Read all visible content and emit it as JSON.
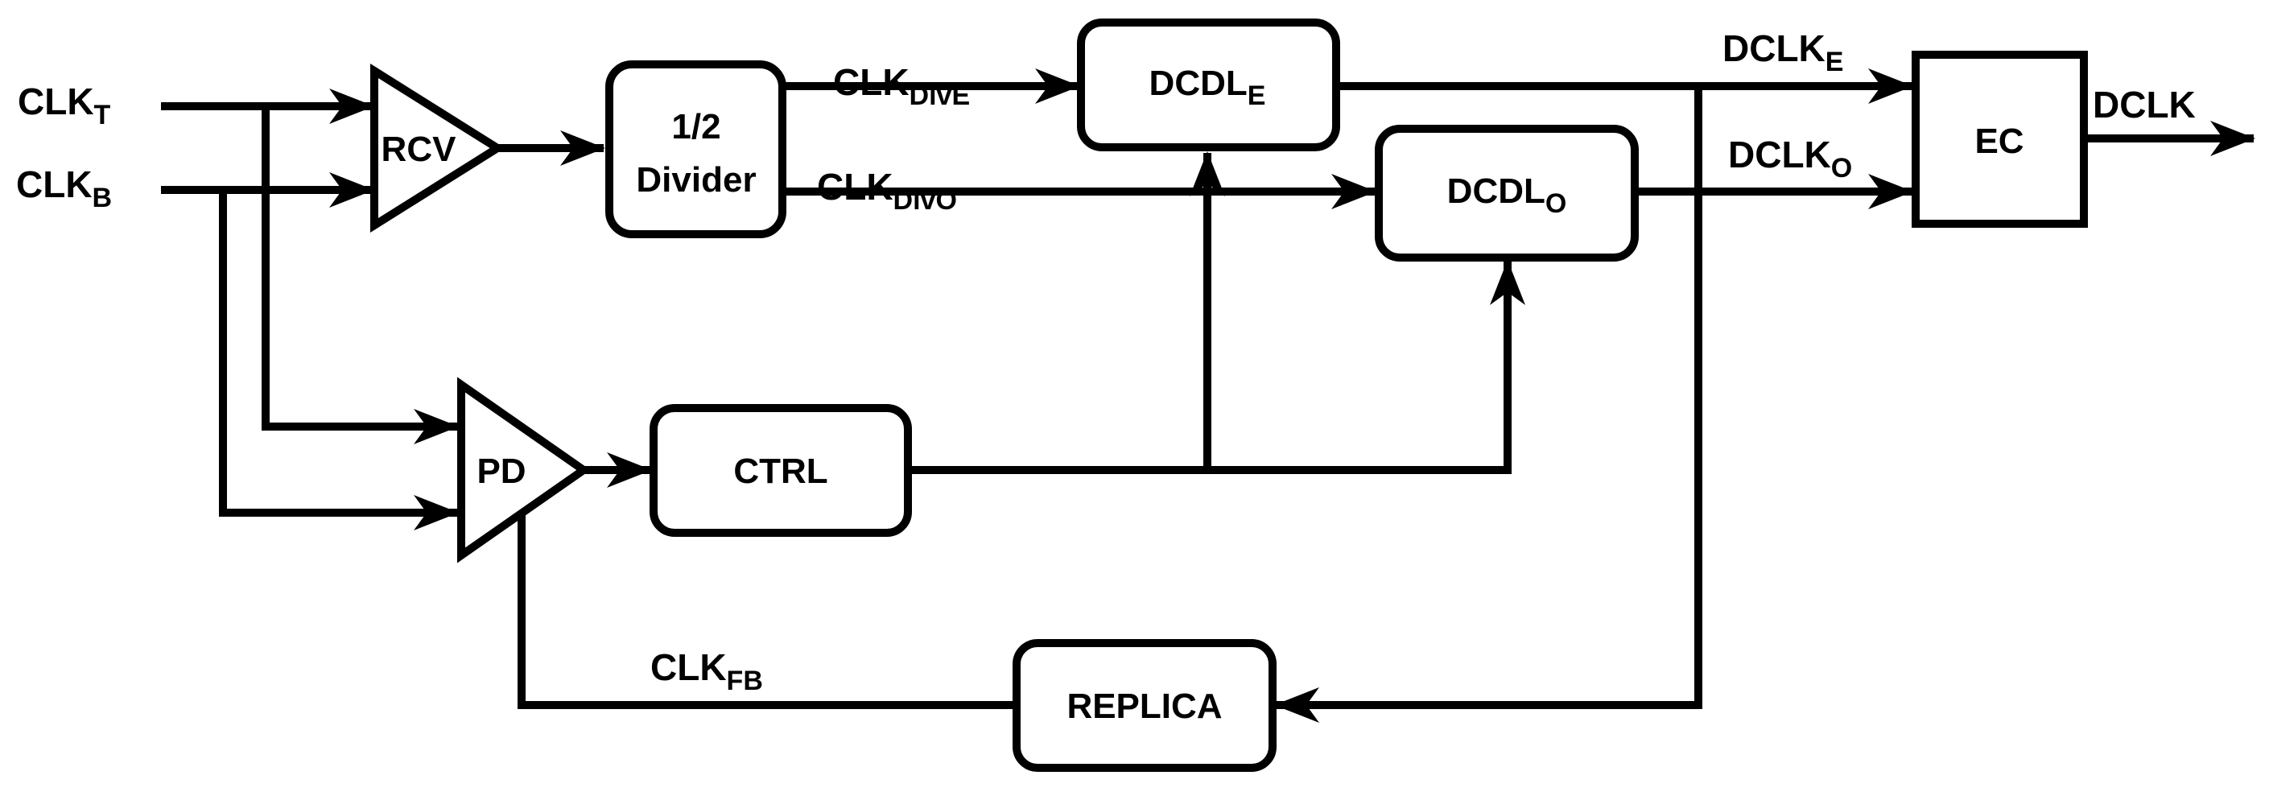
{
  "blocks": {
    "rcv": "RCV",
    "divider_line1": "1/2",
    "divider_line2": "Divider",
    "dcdl_e": {
      "base": "DCDL",
      "sub": "E"
    },
    "dcdl_o": {
      "base": "DCDL",
      "sub": "O"
    },
    "ec": "EC",
    "pd": "PD",
    "ctrl": "CTRL",
    "replica": "REPLICA"
  },
  "signals": {
    "clk_t": {
      "base": "CLK",
      "sub": "T"
    },
    "clk_b": {
      "base": "CLK",
      "sub": "B"
    },
    "clk_div_e": {
      "base": "CLK",
      "sub": "DivE"
    },
    "clk_div_o": {
      "base": "CLK",
      "sub": "DivO"
    },
    "dclk_e": {
      "base": "DCLK",
      "sub": "E"
    },
    "dclk_o": {
      "base": "DCLK",
      "sub": "O"
    },
    "dclk": "DCLK",
    "clk_fb": {
      "base": "CLK",
      "sub": "FB"
    }
  }
}
